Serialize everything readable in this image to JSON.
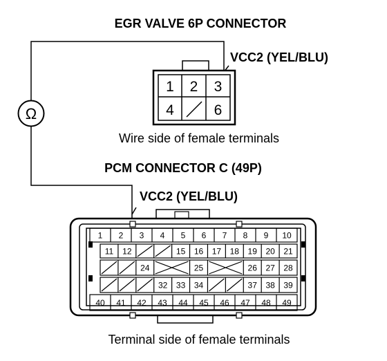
{
  "egr": {
    "title": "EGR VALVE 6P CONNECTOR",
    "wire_label": "VCC2 (YEL/BLU)",
    "caption": "Wire side of female terminals",
    "pins": [
      "1",
      "2",
      "3",
      "4",
      "",
      "6"
    ]
  },
  "pcm": {
    "title": "PCM CONNECTOR C (49P)",
    "wire_label": "VCC2 (YEL/BLU)",
    "caption": "Terminal side of female terminals",
    "row1": [
      "1",
      "2",
      "3",
      "4",
      "5",
      "6",
      "7",
      "8",
      "9",
      "10"
    ],
    "row2": [
      "11",
      "12",
      "",
      "",
      "15",
      "16",
      "17",
      "18",
      "19",
      "20",
      "21"
    ],
    "row3": [
      "",
      "",
      "24",
      "",
      "",
      "25",
      "",
      "",
      "26",
      "27",
      "28"
    ],
    "row4": [
      "",
      "",
      "",
      "32",
      "33",
      "34",
      "",
      "",
      "37",
      "38",
      "39"
    ],
    "row5": [
      "40",
      "41",
      "42",
      "43",
      "44",
      "45",
      "46",
      "47",
      "48",
      "49"
    ]
  },
  "meter": {
    "symbol": "Ω"
  }
}
